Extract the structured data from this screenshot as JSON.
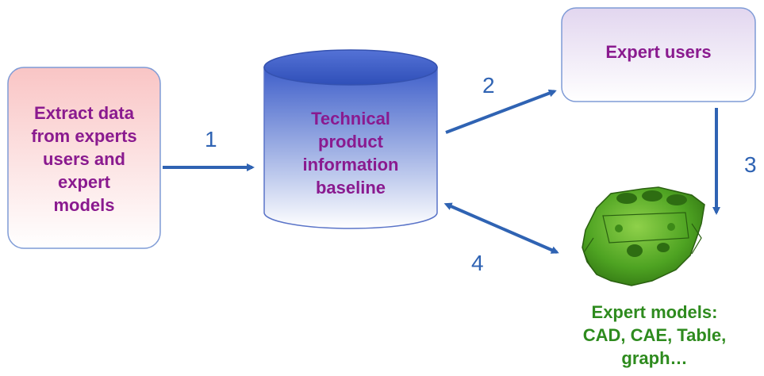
{
  "nodes": {
    "extract": {
      "label": "Extract data\nfrom experts\nusers and\nexpert\nmodels"
    },
    "baseline": {
      "label": "Technical\nproduct\ninformation\nbaseline"
    },
    "expert_users": {
      "label": "Expert users"
    },
    "expert_models": {
      "label": "Expert models:\nCAD, CAE, Table,\ngraph…"
    }
  },
  "edges": [
    {
      "label": "1"
    },
    {
      "label": "2"
    },
    {
      "label": "3"
    },
    {
      "label": "4"
    }
  ],
  "colors": {
    "arrow": "#2f63b3",
    "node_text": "#8a1a8f",
    "model_text": "#2e8b1e",
    "extract_fill_top": "#f9c8c8",
    "cylinder_top": "#3d5ec8",
    "expert_users_fill_top": "#e6dcf0",
    "engine": "#4fa325"
  }
}
